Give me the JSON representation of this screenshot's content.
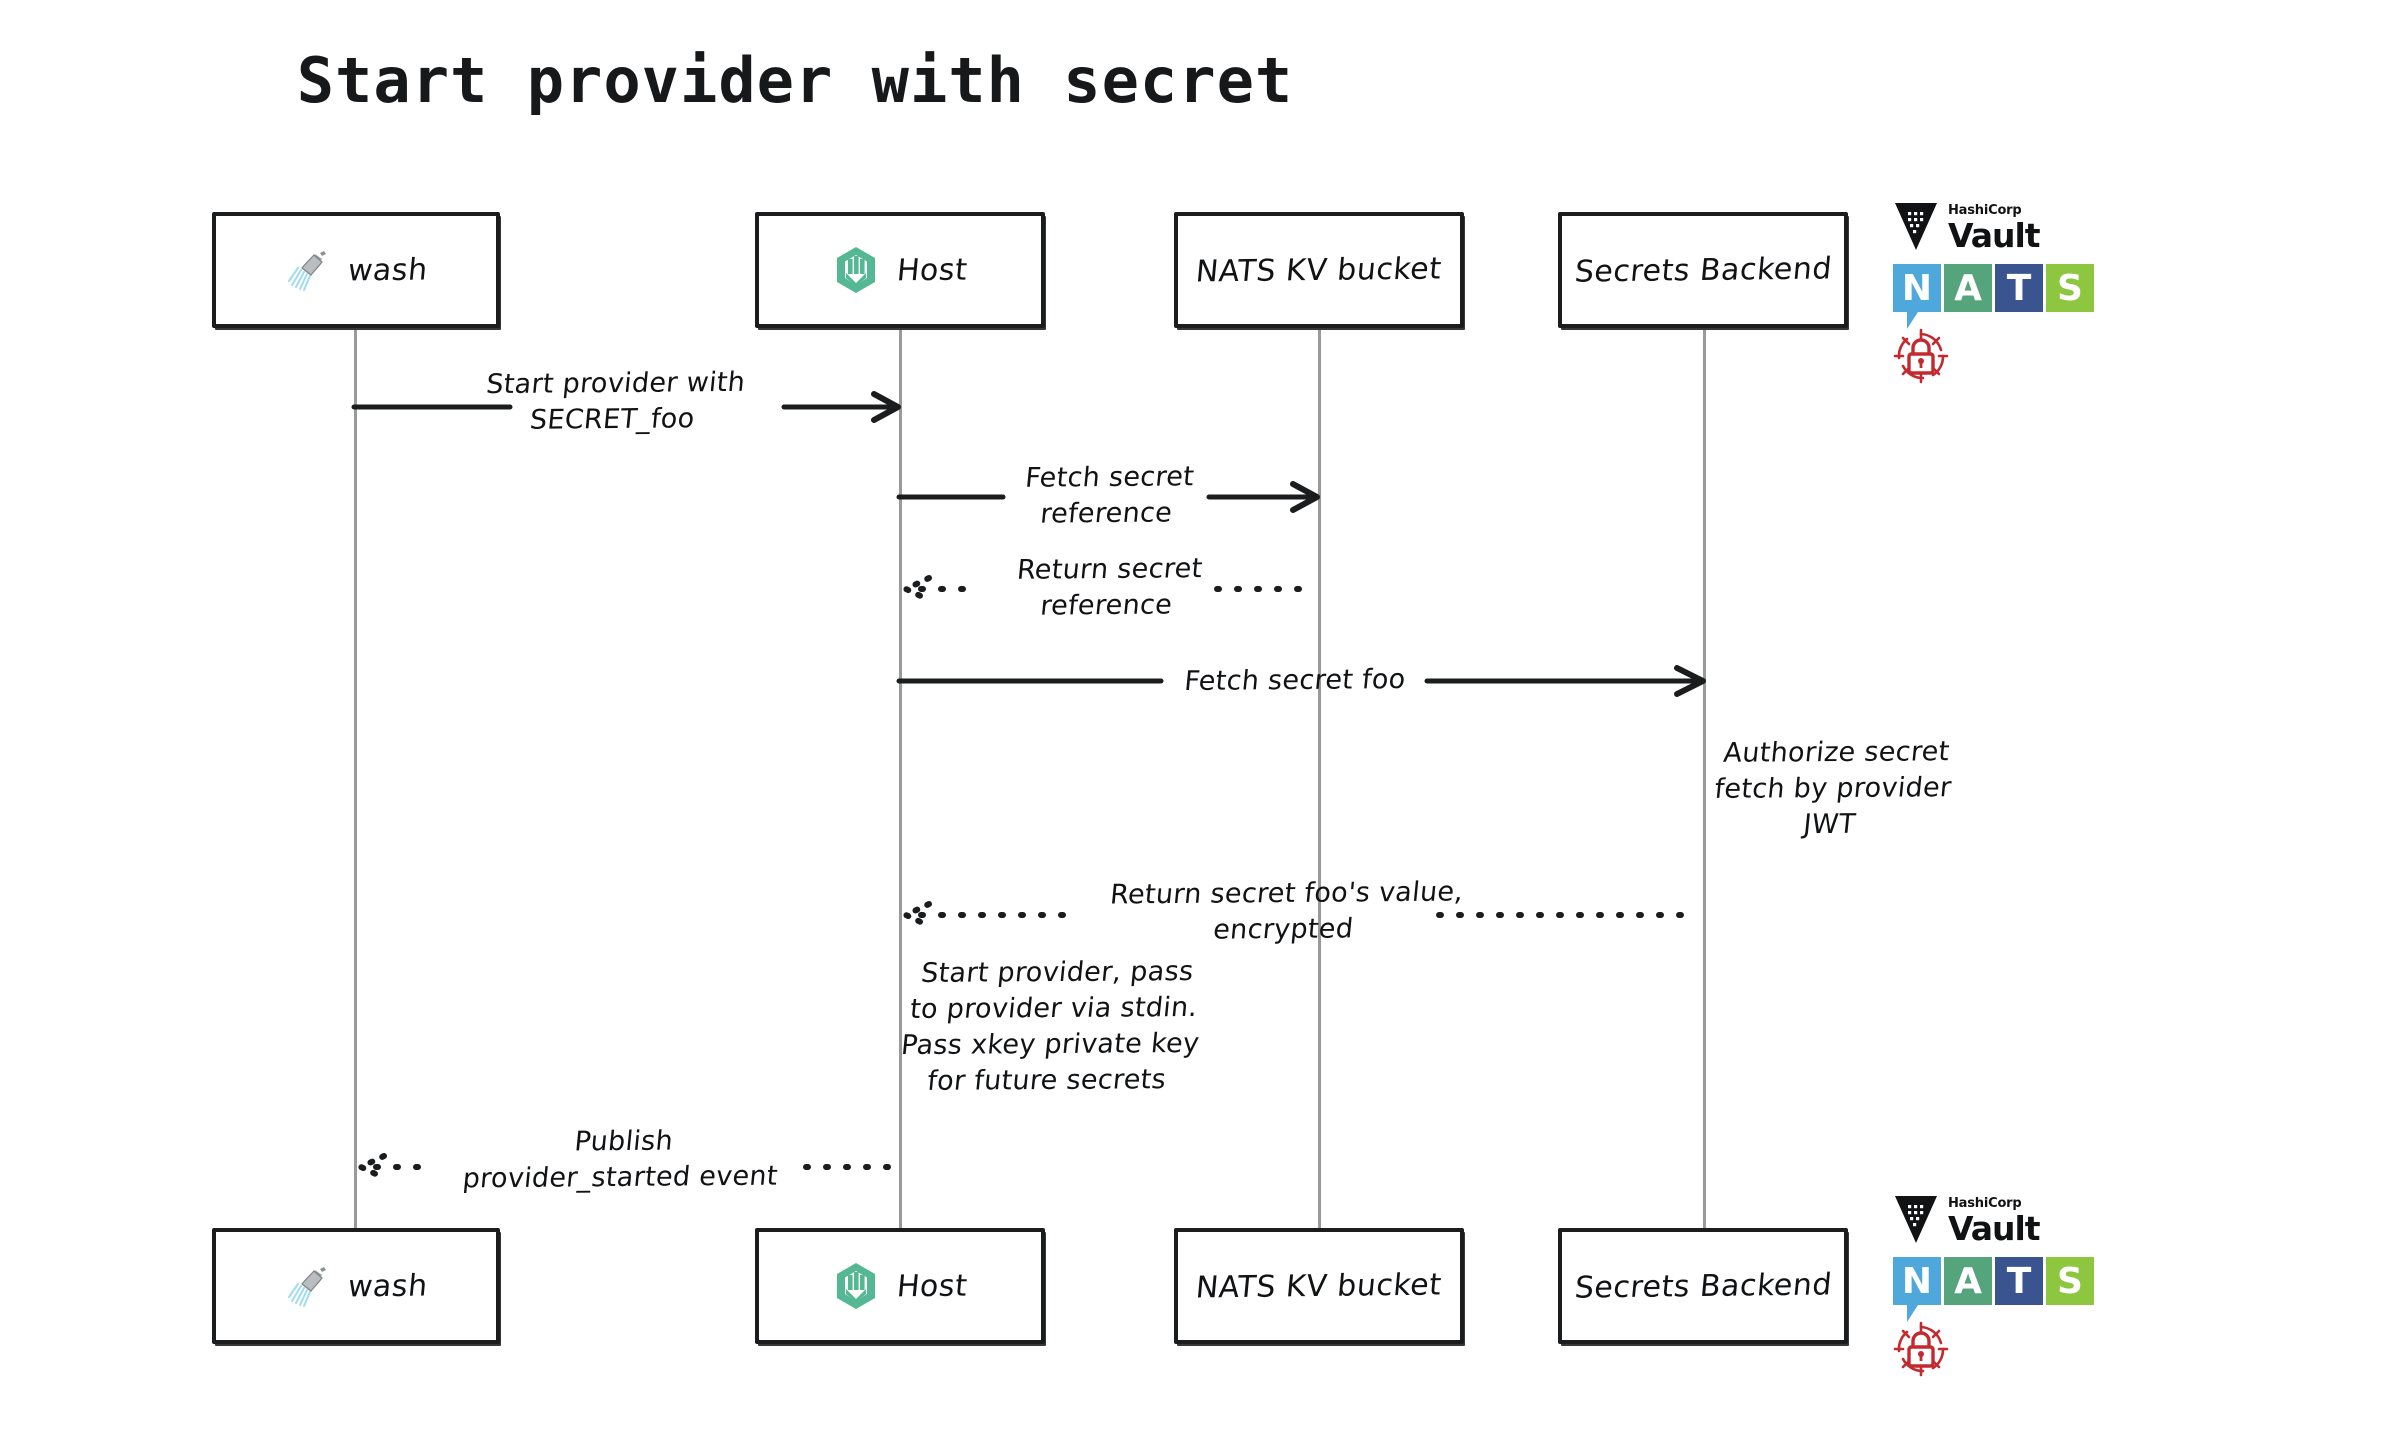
{
  "title": "Start provider with secret",
  "participants": [
    {
      "id": "wash",
      "label": "wash",
      "icon": "shower-head-icon"
    },
    {
      "id": "host",
      "label": "Host",
      "icon": "wasmcloud-hexagon-icon"
    },
    {
      "id": "natskv",
      "label": "NATS KV bucket",
      "icon": "none"
    },
    {
      "id": "backend",
      "label": "Secrets Backend",
      "icon": "none"
    }
  ],
  "messages": [
    {
      "id": "m1",
      "text": "Start provider with\nSECRET_foo",
      "from": "wash",
      "to": "host",
      "style": "solid",
      "direction": "right"
    },
    {
      "id": "m2",
      "text": "Fetch secret\nreference",
      "from": "host",
      "to": "natskv",
      "style": "solid",
      "direction": "right"
    },
    {
      "id": "m3",
      "text": "Return secret\nreference",
      "from": "natskv",
      "to": "host",
      "style": "dotted",
      "direction": "left"
    },
    {
      "id": "m4",
      "text": "Fetch secret foo",
      "from": "host",
      "to": "backend",
      "style": "solid",
      "direction": "right"
    },
    {
      "id": "m5",
      "text": "Return secret foo's value,\nencrypted",
      "from": "backend",
      "to": "host",
      "style": "dotted",
      "direction": "left"
    },
    {
      "id": "m6",
      "text": "Publish\nprovider_started event",
      "from": "host",
      "to": "wash",
      "style": "dotted",
      "direction": "left"
    }
  ],
  "notes": [
    {
      "id": "n1",
      "text": "Authorize secret\nfetch by provider\nJWT",
      "align": "center"
    },
    {
      "id": "n2",
      "text": "Start provider, pass\nto provider via stdin.\nPass xkey private key\n for future secrets",
      "align": "center"
    }
  ],
  "logos": {
    "vault": {
      "name": "vault-logo",
      "vendor": "HashiCorp",
      "product": "Vault",
      "color": "#111214"
    },
    "nats": {
      "name": "nats-logo",
      "letters": [
        "N",
        "A",
        "T",
        "S"
      ],
      "colors": [
        "#4FA8DC",
        "#55A47B",
        "#3A5490",
        "#8DC63F"
      ]
    },
    "secrets": {
      "name": "secrets-lock-icon",
      "color": "#C32A2F"
    }
  },
  "palette": {
    "stroke": "#1b1c1e",
    "lifeline": "#9a9a9a",
    "host_accent": "#55B894",
    "background": "#ffffff"
  }
}
